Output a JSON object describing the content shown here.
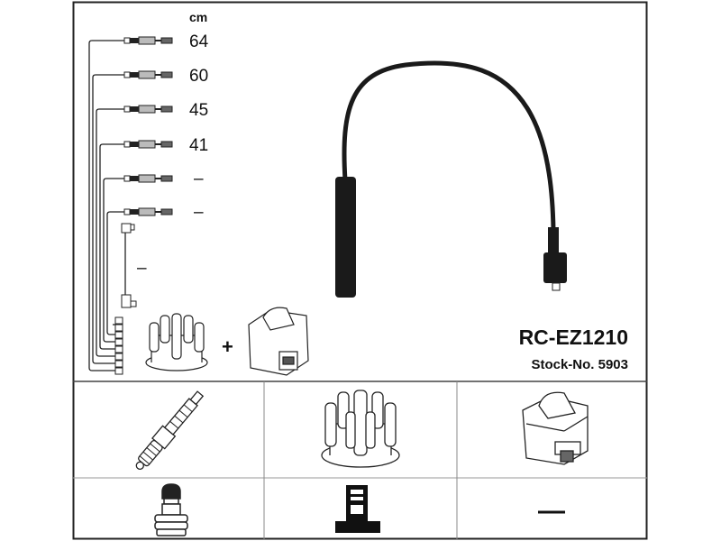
{
  "kit": {
    "part_number": "RC-EZ1210",
    "stock_number": "Stock-No. 5903",
    "unit_label": "cm",
    "lead_lengths": [
      "64",
      "60",
      "45",
      "41",
      "–",
      "–"
    ],
    "coil_lead_length": "–",
    "plus_sign": "+"
  },
  "component_table": {
    "row1": [
      "spark-plug",
      "distributor-cap",
      "ignition-coil"
    ],
    "row2": [
      "plug-terminal",
      "distributor-terminal",
      "none"
    ],
    "none_mark": "—"
  }
}
